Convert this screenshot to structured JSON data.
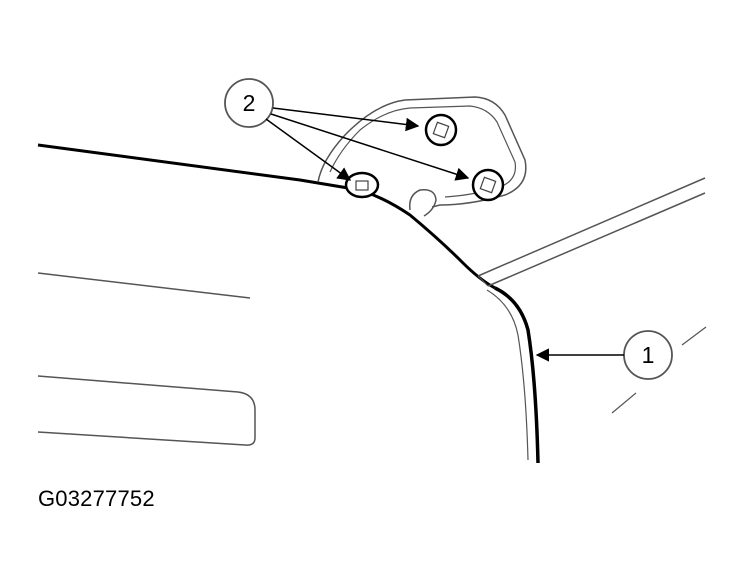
{
  "callouts": {
    "one": "1",
    "two": "2"
  },
  "figure_code": "G03277752",
  "colors": {
    "ink": "#000000",
    "line_grey": "#555555",
    "background": "#ffffff"
  }
}
